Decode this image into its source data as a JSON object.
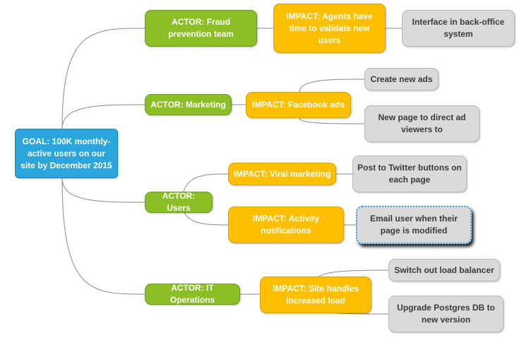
{
  "goal": {
    "text": "GOAL: 100K monthly-active users on our site by December 2015"
  },
  "actors": [
    {
      "text": "ACTOR: Fraud prevention team",
      "impacts": [
        {
          "text": "IMPACT: Agents have time to validate new users",
          "deliverables": [
            {
              "text": "Interface in back-office system"
            }
          ]
        }
      ]
    },
    {
      "text": "ACTOR: Marketing",
      "impacts": [
        {
          "text": "IMPACT: Facebook ads",
          "deliverables": [
            {
              "text": "Create new ads"
            },
            {
              "text": "New page  to direct ad viewers to"
            }
          ]
        }
      ]
    },
    {
      "text": "ACTOR: Users",
      "impacts": [
        {
          "text": "IMPACT: Viral marketing",
          "deliverables": [
            {
              "text": "Post to Twitter buttons on each page"
            }
          ]
        },
        {
          "text": "IMPACT: Activity notifications",
          "deliverables": [
            {
              "text": "Email user when their page is modified",
              "selected": true
            }
          ]
        }
      ]
    },
    {
      "text": "ACTOR: IT Operations",
      "impacts": [
        {
          "text": "IMPACT: Site handles increased load",
          "deliverables": [
            {
              "text": "Switch out load balancer"
            },
            {
              "text": "Upgrade Postgres DB to new version"
            }
          ]
        }
      ]
    }
  ],
  "colors": {
    "goal": "#2aa6dc",
    "actor": "#8cbf26",
    "impact": "#fcc000",
    "deliverable": "#dadada",
    "connector": "#8a8a8a",
    "selection": "#3e9be3"
  }
}
